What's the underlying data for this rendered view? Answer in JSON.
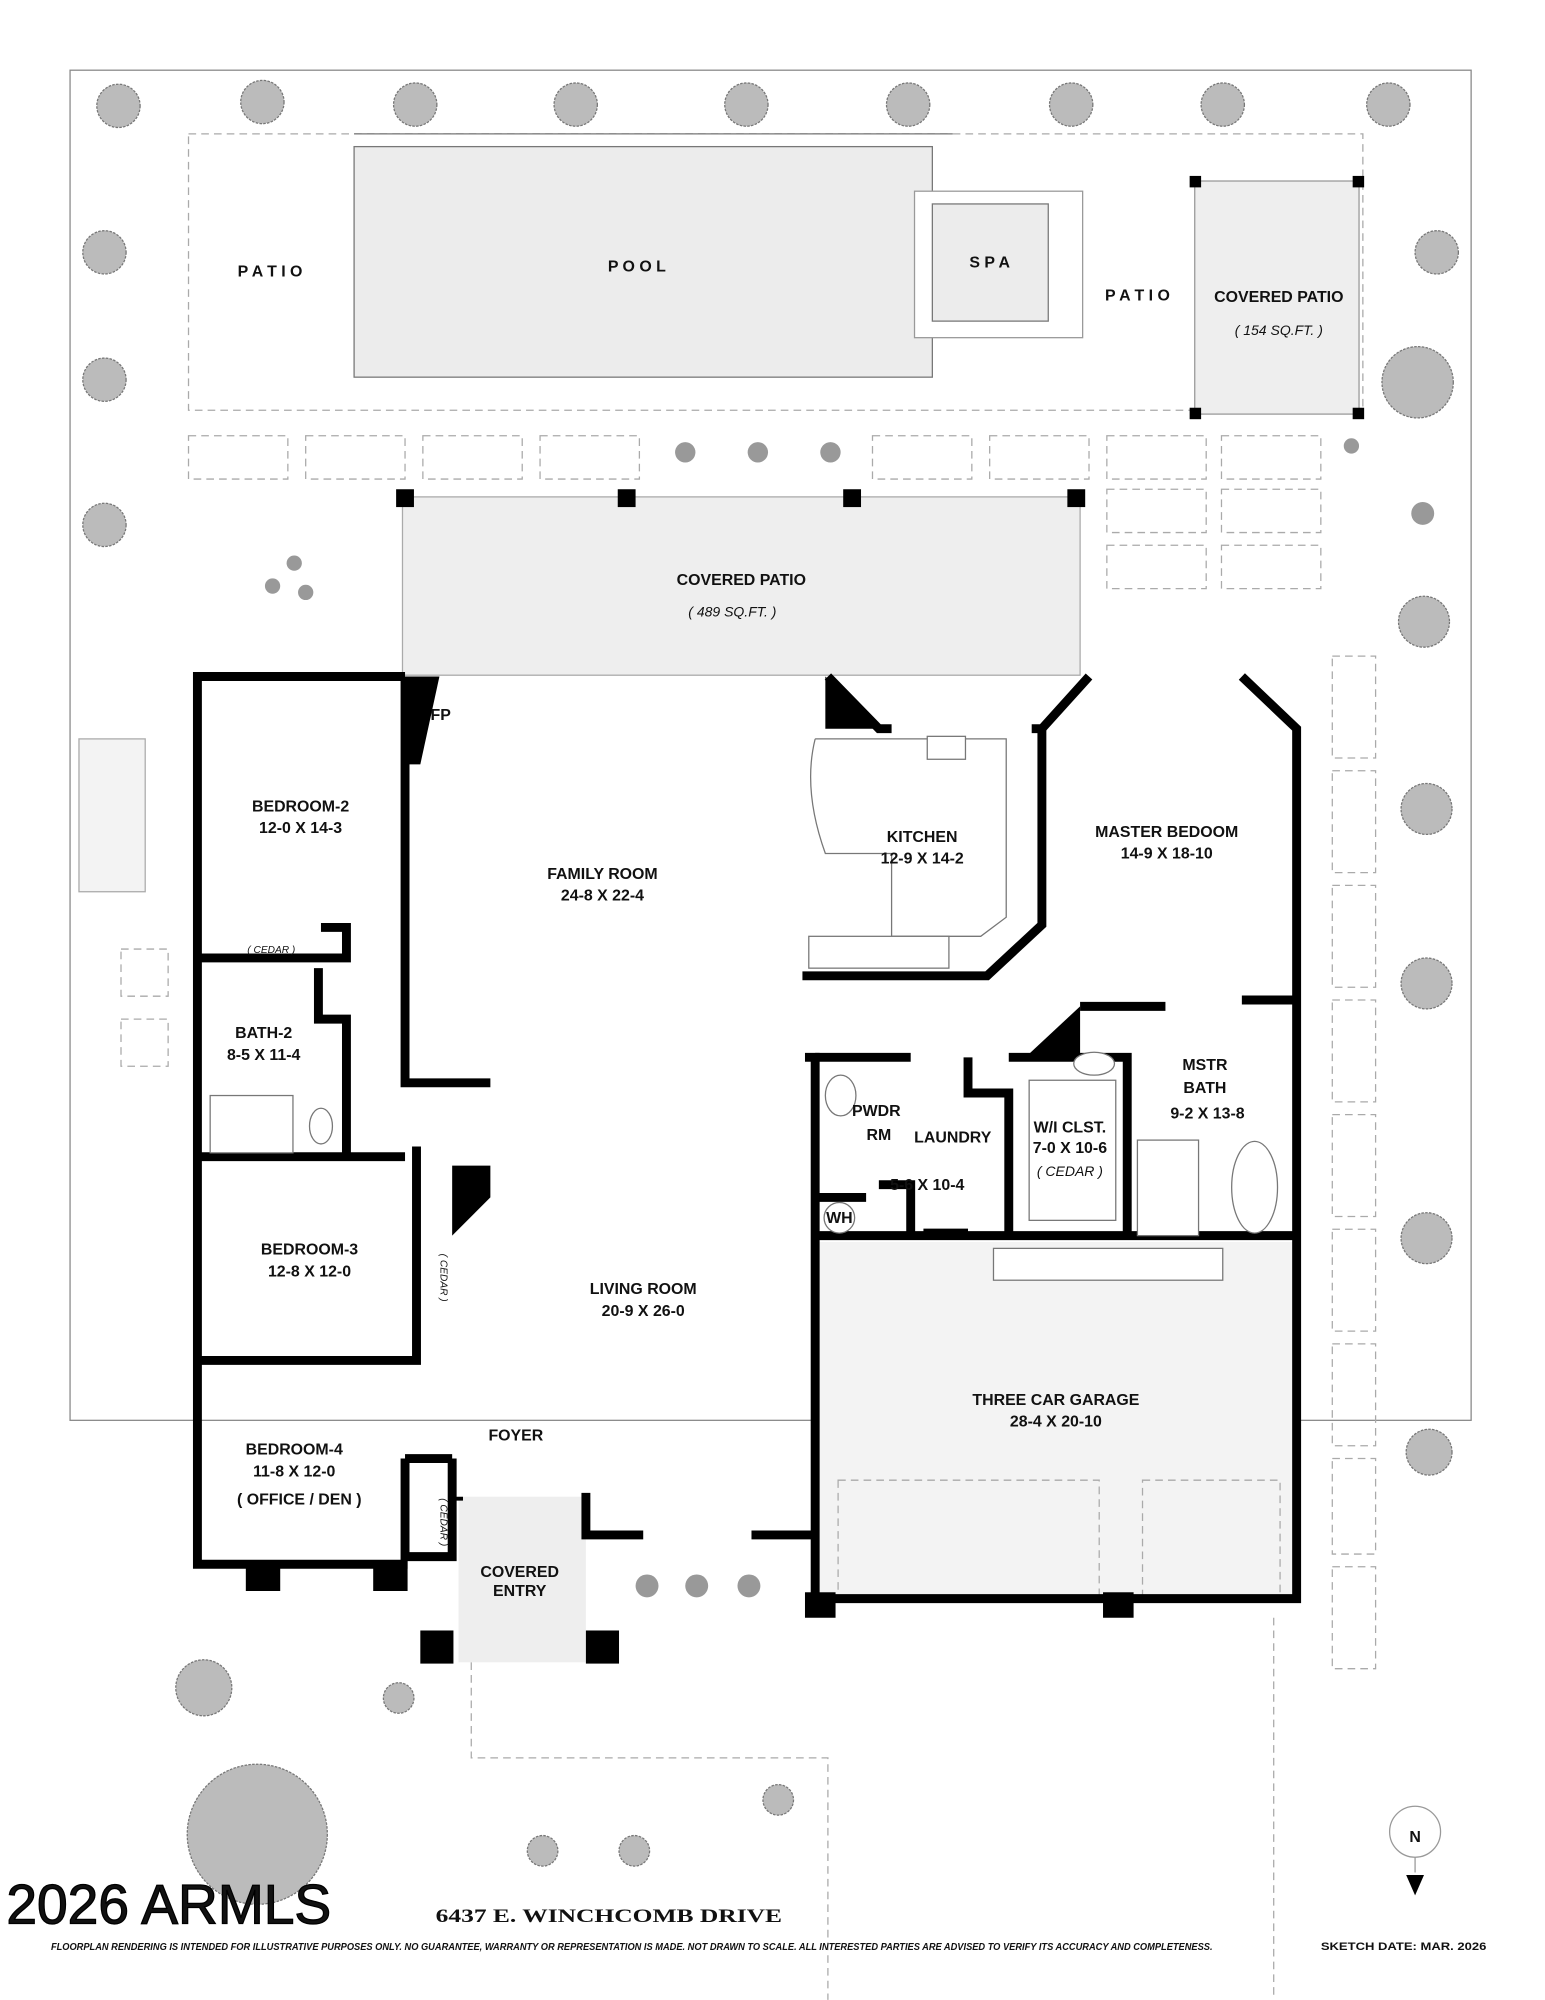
{
  "rooms": {
    "patio_left": "P A T I O",
    "pool": "P O O L",
    "spa": "S P A",
    "patio_right": "P A T I O",
    "covered_patio_small": {
      "name": "COVERED PATIO",
      "area": "( 154 SQ.FT. )"
    },
    "covered_patio_main": {
      "name": "COVERED PATIO",
      "area": "( 489 SQ.FT. )"
    },
    "fireplace": "FP",
    "bedroom2": {
      "name": "BEDROOM-2",
      "size": "12-0  X  14-3",
      "closet": "( CEDAR )"
    },
    "family_room": {
      "name": "FAMILY ROOM",
      "size": "24-8  X  22-4"
    },
    "kitchen": {
      "name": "KITCHEN",
      "size": "12-9  X  14-2"
    },
    "master_bedroom": {
      "name": "MASTER BEDOOM",
      "size": "14-9  X  18-10"
    },
    "bath2": {
      "name": "BATH-2",
      "size": "8-5 X 11-4"
    },
    "pwdr": {
      "line1": "PWDR",
      "line2": "RM"
    },
    "laundry": {
      "name": "LAUNDRY",
      "size": "5-6 X 10-4"
    },
    "wi_closet": {
      "name": "W/I CLST.",
      "size": "7-0 X 10-6",
      "note": "( CEDAR )"
    },
    "mstr_bath": {
      "line1": "MSTR",
      "line2": "BATH",
      "size": "9-2 X 13-8"
    },
    "water_heater": "WH",
    "bedroom3": {
      "name": "BEDROOM-3",
      "size": "12-8  X  12-0",
      "closet": "( CEDAR )"
    },
    "living_room": {
      "name": "LIVING ROOM",
      "size": "20-9  X  26-0"
    },
    "garage": {
      "name": "THREE CAR GARAGE",
      "size": "28-4  X  20-10"
    },
    "bedroom4": {
      "name": "BEDROOM-4",
      "size": "11-8  X  12-0",
      "note": "( OFFICE / DEN )",
      "closet": "( CEDAR )"
    },
    "foyer": "FOYER",
    "covered_entry": {
      "line1": "COVERED",
      "line2": "ENTRY"
    }
  },
  "compass": {
    "label": "N",
    "icon": "north-arrow-icon"
  },
  "watermark": "2026 ARMLS",
  "address": "6437 E. WINCHCOMB DRIVE",
  "disclaimer": "FLOORPLAN RENDERING IS INTENDED FOR ILLUSTRATIVE PURPOSES ONLY.  NO GUARANTEE, WARRANTY OR REPRESENTATION IS MADE.  NOT DRAWN TO SCALE.  ALL INTERESTED PARTIES ARE ADVISED TO VERIFY ITS ACCURACY AND COMPLETENESS.",
  "sketch_date": "SKETCH DATE:  MAR. 2026"
}
